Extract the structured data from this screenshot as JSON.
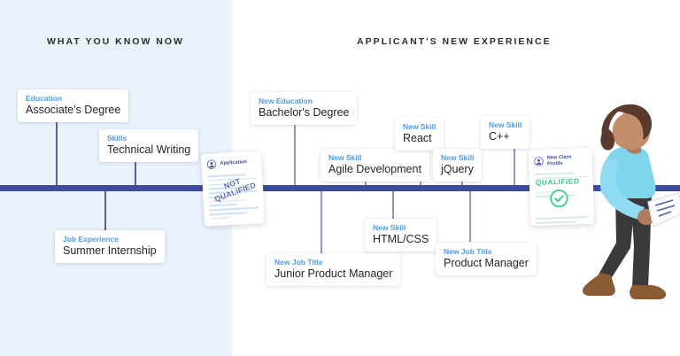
{
  "panels": {
    "left": {
      "title": "WHAT YOU KNOW NOW",
      "background": "#eaf2fc"
    },
    "right": {
      "title": "APPLICANT'S NEW EXPERIENCE",
      "background": "#ffffff"
    }
  },
  "colors": {
    "timeline_bar": "#3d4a9e",
    "stem_left": "#5560a8",
    "stem_right": "#8e93d2",
    "kicker_blue": "#4a9cf0",
    "value_text": "#24242b",
    "qualified_green": "#3fca90",
    "stamp_indigo": "#5560a8"
  },
  "left_items": [
    {
      "kicker": "Education",
      "value": "Associate's Degree"
    },
    {
      "kicker": "Skills",
      "value": "Technical Writing"
    },
    {
      "kicker": "Job Experience",
      "value": "Summer Internship"
    }
  ],
  "right_items": [
    {
      "kicker": "New Education",
      "value": "Bachelor's Degree"
    },
    {
      "kicker": "New Skill",
      "value": "Agile Development"
    },
    {
      "kicker": "New Skill",
      "value": "React"
    },
    {
      "kicker": "New Skill",
      "value": "jQuery"
    },
    {
      "kicker": "New Skill",
      "value": "C++"
    },
    {
      "kicker": "New Skill",
      "value": "HTML/CSS"
    },
    {
      "kicker": "New Job Title",
      "value": "Junior Product Manager"
    },
    {
      "kicker": "New Job Title",
      "value": "Product Manager"
    }
  ],
  "documents": {
    "application": {
      "title": "Application",
      "stamp": "NOT QUALIFIED",
      "icon": "user-avatar-icon"
    },
    "profile": {
      "title": "New Claro\nProfile",
      "badge": "QUALIFIED",
      "icon": "user-avatar-icon",
      "status_icon": "check-circle-icon"
    }
  },
  "illustration": {
    "name": "walking-person-illustration",
    "hair_color": "#5b3a2e",
    "skin_color": "#c28e6a",
    "top_color": "#7fd4ee",
    "pants_color": "#3a3a3c",
    "shoe_color": "#8a5a33"
  }
}
